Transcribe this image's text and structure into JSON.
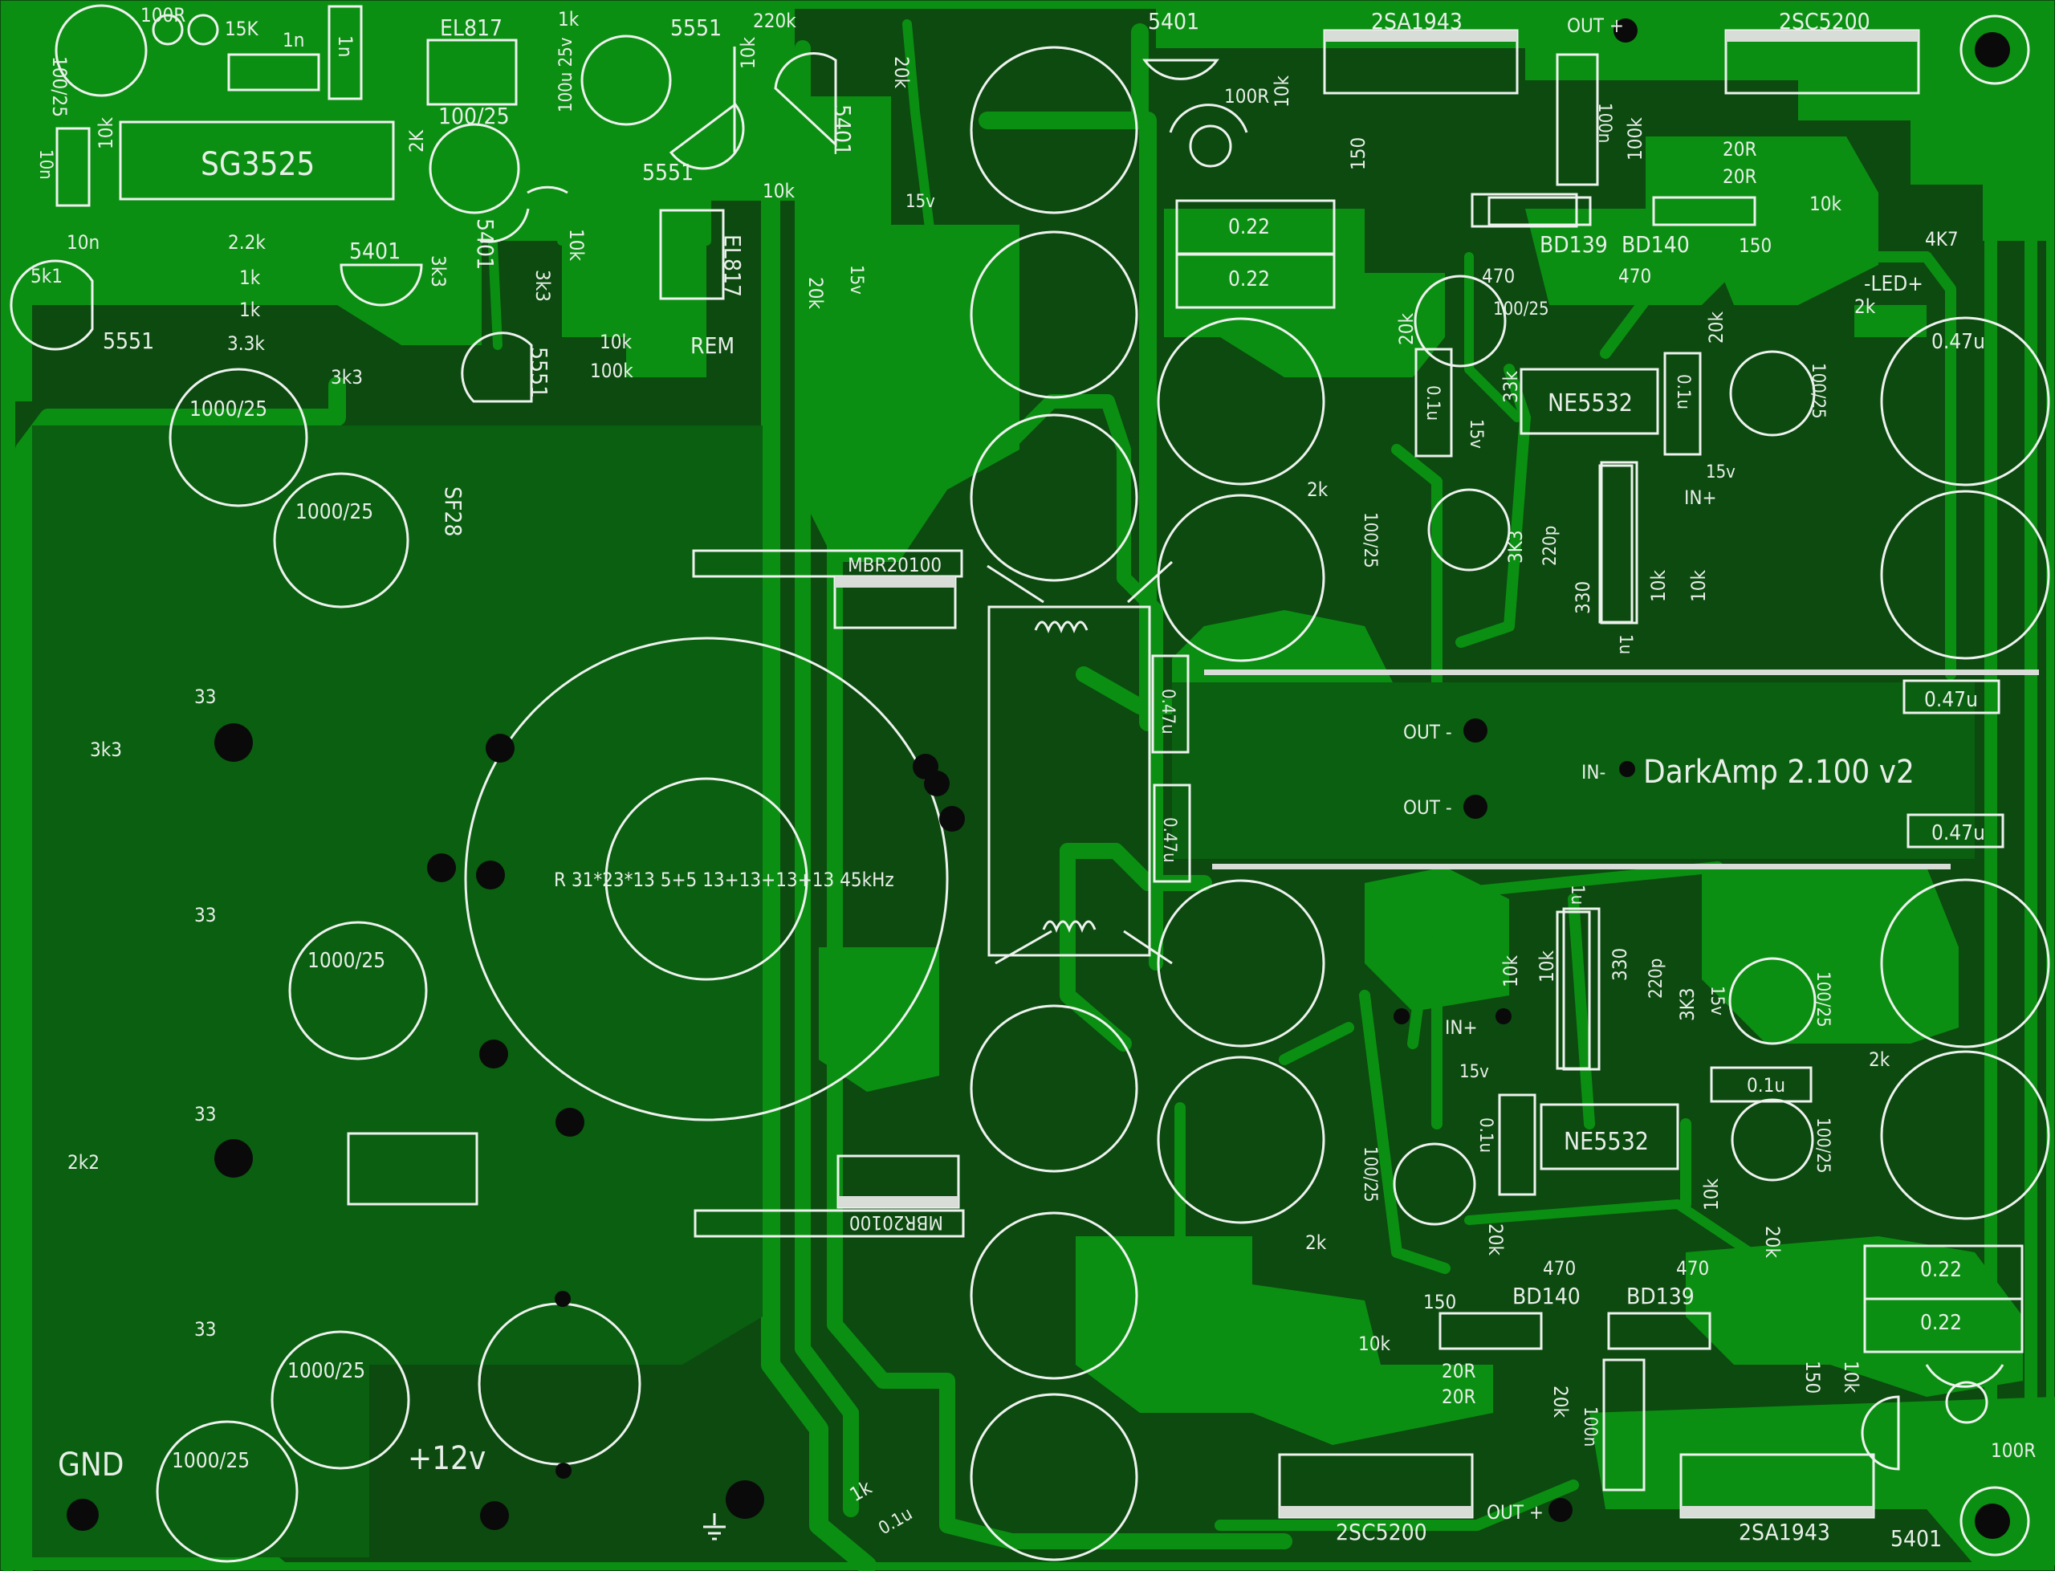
{
  "board": {
    "title": "DarkAmp 2.100 v2",
    "colors": {
      "substrate": "#0c4a10",
      "copper_pour": "#0b8f12",
      "silkscreen": "#eef2ee",
      "pad": "#0a0a0a"
    }
  },
  "markings": {
    "gnd": "GND",
    "plus12v": "+12v",
    "rem": "REM",
    "led": "-LED+",
    "out_plus_top": "OUT +",
    "out_plus_bottom": "OUT +",
    "out_minus_1": "OUT -",
    "out_minus_2": "OUT -",
    "in_minus": "IN-",
    "in_plus_top": "IN+",
    "in_plus_bottom": "IN+",
    "transformer": "R 31*23*13 5+5 13+13+13+13 45kHz"
  },
  "ics": {
    "sg3525": "SG3525",
    "ne5532_top": "NE5532",
    "ne5532_bottom": "NE5532",
    "el817_a": "EL817",
    "el817_b": "EL817"
  },
  "transistors": {
    "q_2sa1943_top": "2SA1943",
    "q_2sc5200_top": "2SC5200",
    "q_2sc5200_bottom": "2SC5200",
    "q_2sa1943_bottom": "2SA1943",
    "bd139_top": "BD139",
    "bd140_top": "BD140",
    "bd140_bottom": "BD140",
    "bd139_bottom": "BD139",
    "t5551_a": "5551",
    "t5551_b": "5551",
    "t5551_c": "5551",
    "t5551_d": "5551",
    "t5401_a": "5401",
    "t5401_b": "5401",
    "t5401_c": "5401",
    "t5401_d": "5401",
    "t5401_e": "5401"
  },
  "diodes": {
    "mbr_top": "MBR20100",
    "mbr_bottom": "MBR20100",
    "sf28": "SF28",
    "z15_a": "15v",
    "z15_b": "15v",
    "z15_c": "15v",
    "z15_d": "15v",
    "z15_e": "15v",
    "z15_f": "15v"
  },
  "resistors": {
    "r100r_a": "100R",
    "r15k": "15K",
    "r1k_a": "1k",
    "r220k": "220k",
    "r20k_a": "20k",
    "r10k_a": "10k",
    "r2k_a": "2K",
    "r10k_b": "10k",
    "r10k_c": "10k",
    "r10k_d": "10k",
    "r2_2k": "2.2k",
    "r1k_b": "1k",
    "r1k_c": "1k",
    "r3_3k": "3.3k",
    "r5k1": "5k1",
    "r3k3_a": "3k3",
    "r3k3_b": "3k3",
    "r3k3_c": "3k3",
    "r3k3_d": "3k3",
    "r10k_e": "10k",
    "r100k_a": "100k",
    "r20k_b": "20k",
    "r100r_b": "100R",
    "r10k_f": "10k",
    "r150_a": "150",
    "r100k_b": "100k",
    "r20r_a": "20R",
    "r20r_b": "20R",
    "r10k_g": "10k",
    "r150_b": "150",
    "r4k7": "4K7",
    "r470_a": "470",
    "r470_b": "470",
    "r20k_c": "20k",
    "r20k_d": "20k",
    "r2k_b": "2k",
    "r33k": "33k",
    "r2k_c": "2k",
    "r3k3_e": "3K3",
    "r330_a": "330",
    "r10k_h": "10k",
    "r10k_i": "10k",
    "r33_a": "33",
    "r33_b": "33",
    "r33_c": "33",
    "r33_d": "33",
    "r2k2": "2k2",
    "r10k_j": "10k",
    "r10k_k": "10k",
    "r330_b": "330",
    "r3k3_f": "3K3",
    "r2k_d": "2k",
    "r10k_l": "10k",
    "r20k_e": "20k",
    "r20k_f": "20k",
    "r2k_e": "2k",
    "r470_c": "470",
    "r470_d": "470",
    "r150_c": "150",
    "r10k_m": "10k",
    "r20r_c": "20R",
    "r20r_d": "20R",
    "r20k_g": "20k",
    "r150_d": "150",
    "r10k_n": "10k",
    "r100r_c": "100R",
    "r1k_d": "1k"
  },
  "capacitors": {
    "c100_25_a": "100/25",
    "c1n_a": "1n",
    "c1n_b": "1n",
    "c100_25_b": "100/25",
    "c100u_25v": "100u 25v",
    "c10n_a": "10n",
    "c10n_b": "10n",
    "c1000_25_a": "1000/25",
    "c1000_25_b": "1000/25",
    "c1000_25_c": "1000/25",
    "c1000_25_d": "1000/25",
    "c1000_25_e": "1000/25",
    "c100n_a": "100n",
    "c022_a": "0.22",
    "c022_b": "0.22",
    "c100_25_c": "100/25",
    "c01u_a": "0.1u",
    "c01u_b": "0.1u",
    "c100_25_d": "100/25",
    "c100_25_e": "100/25",
    "c220p_a": "220p",
    "c1u_a": "1u",
    "c047u_a": "0.47u",
    "c047u_b": "0.47u",
    "c047u_c": "0.47u",
    "c047u_d": "0.47u",
    "c047u_e": "0.47u",
    "c1u_b": "1u",
    "c220p_b": "220p",
    "c100_25_f": "100/25",
    "c01u_c": "0.1u",
    "c01u_d": "0.1u",
    "c100_25_g": "100/25",
    "c100_25_h": "100/25",
    "c100n_b": "100n",
    "c022_c": "0.22",
    "c022_d": "0.22",
    "c01u_e": "0.1u"
  }
}
